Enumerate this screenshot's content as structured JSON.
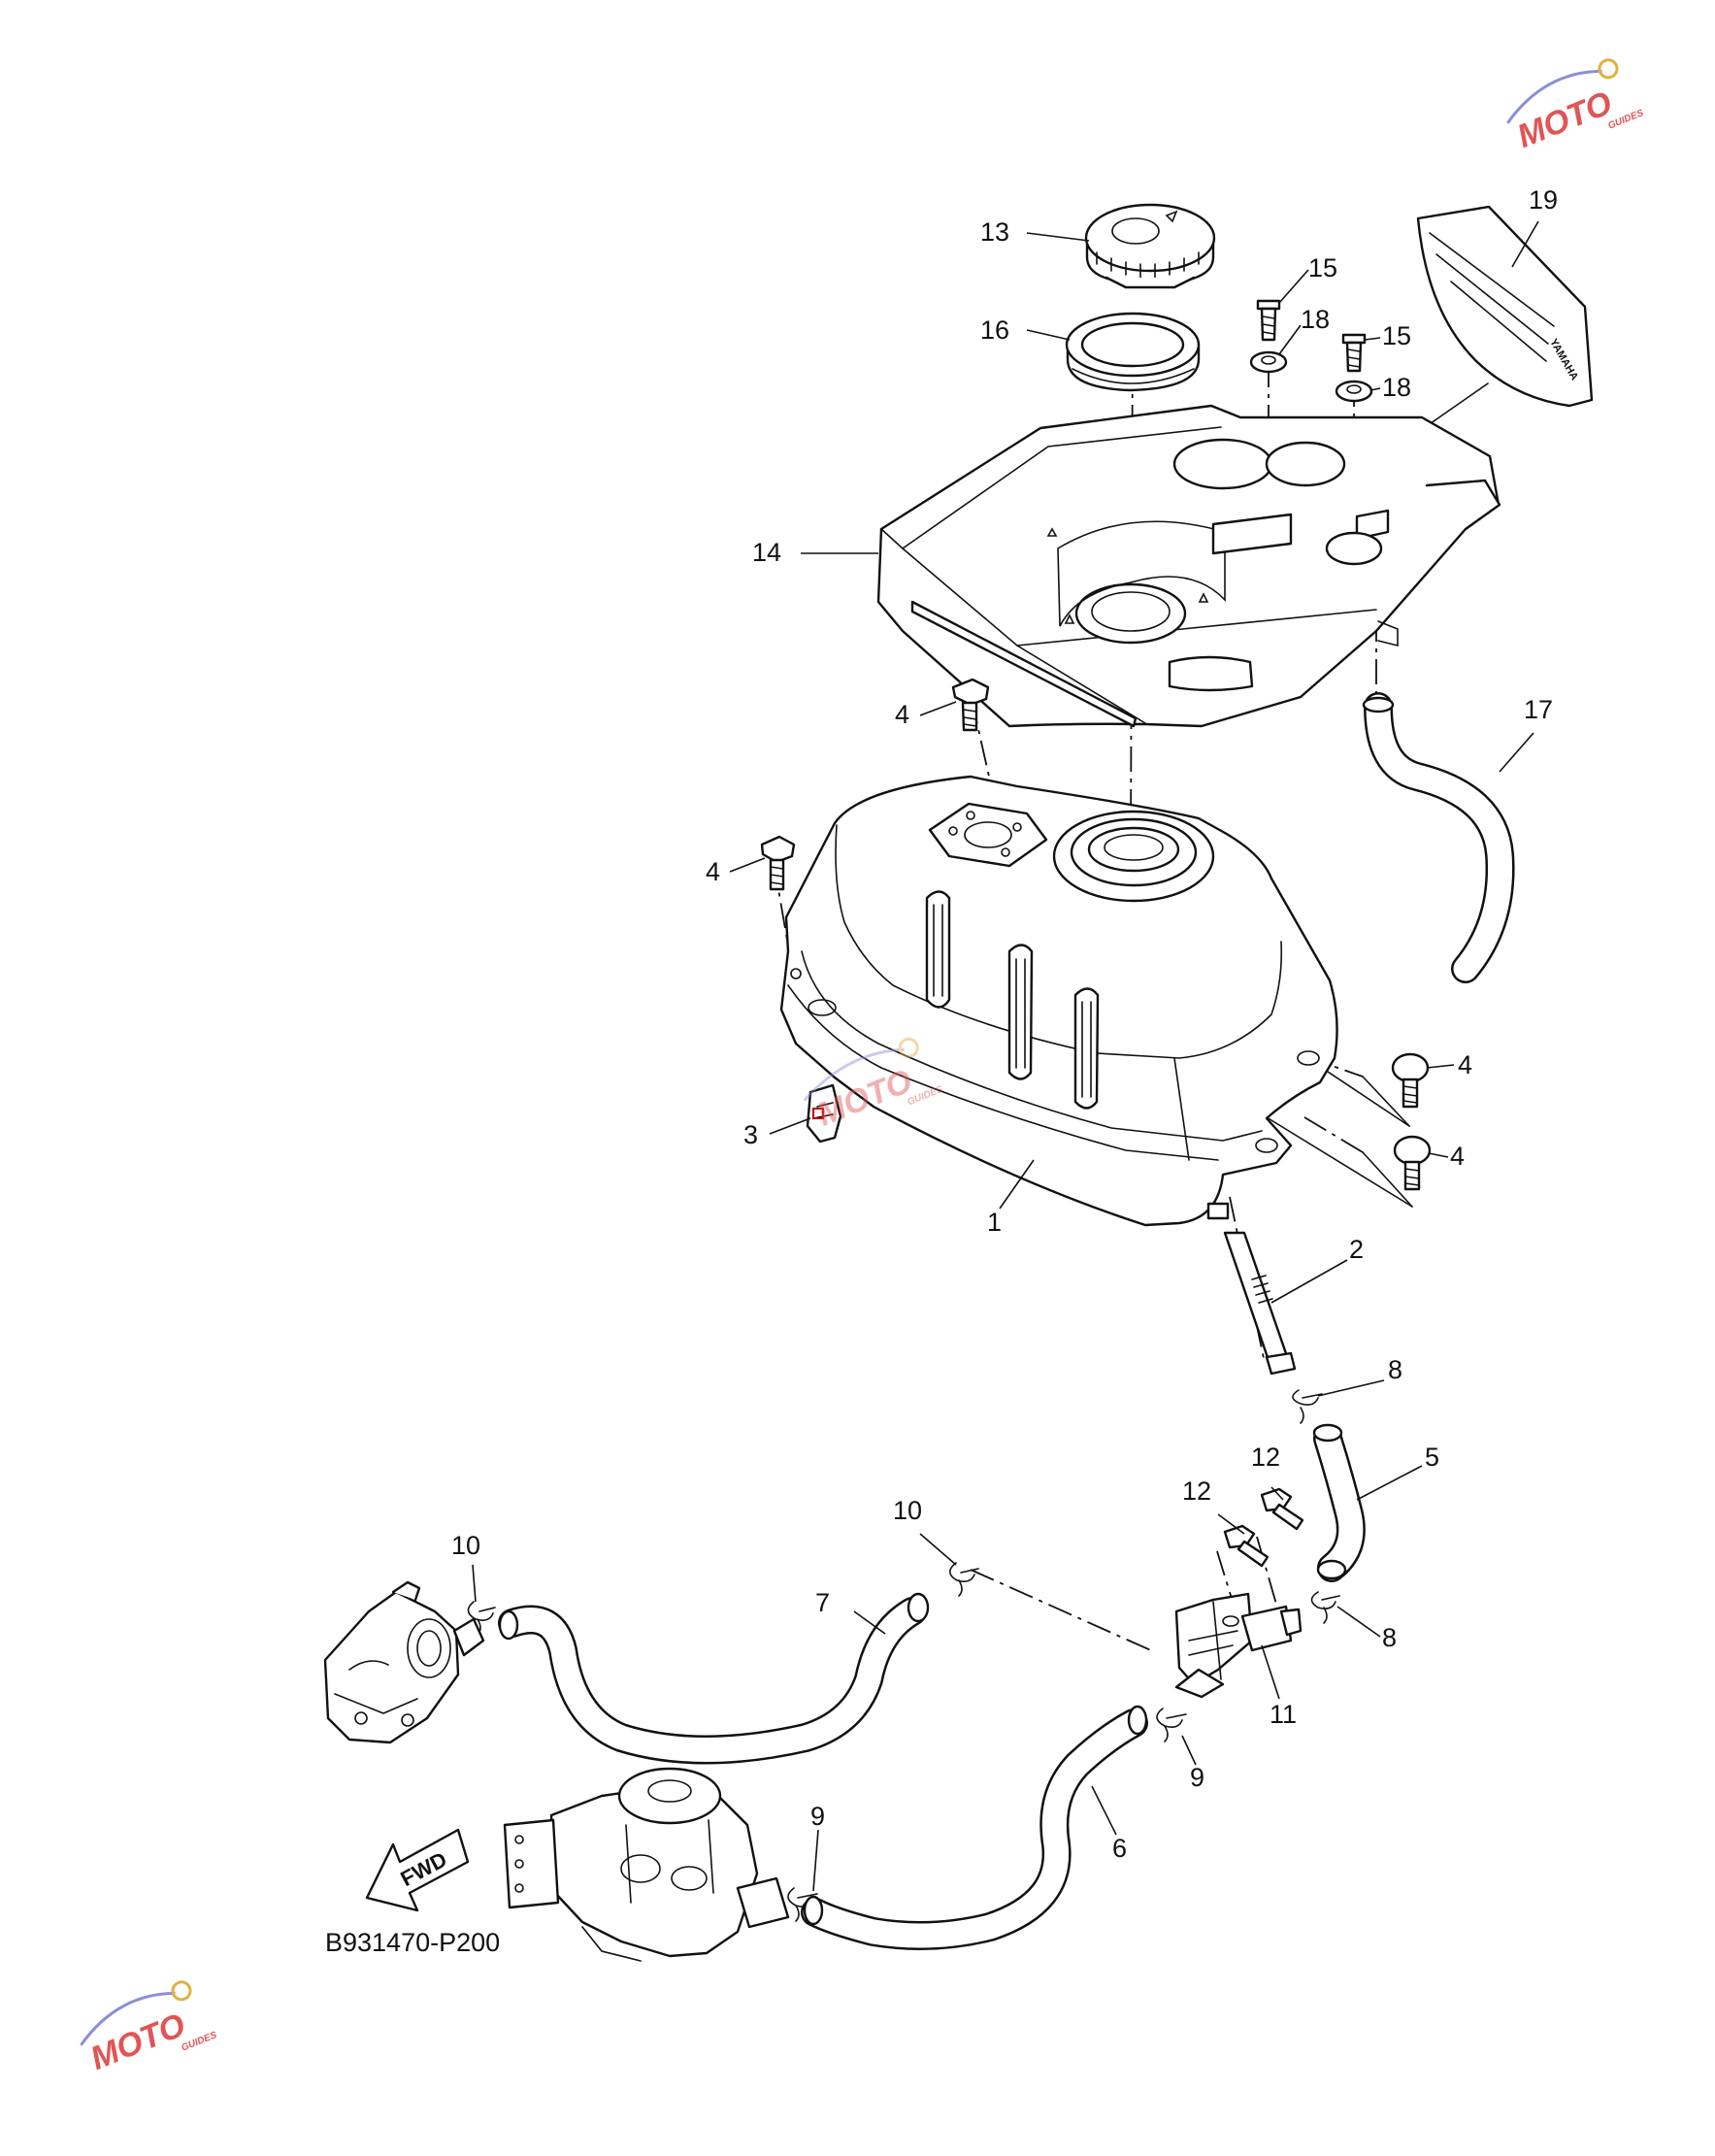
{
  "diagram": {
    "drawing_code": "B931470-P200",
    "fwd_label": "FWD",
    "brand_mark": "YAMAHA",
    "watermark_text": "MOTO",
    "watermark_subtext": "GUIDES",
    "callouts": [
      {
        "id": "c13",
        "text": "13"
      },
      {
        "id": "c16",
        "text": "16"
      },
      {
        "id": "c15a",
        "text": "15"
      },
      {
        "id": "c18a",
        "text": "18"
      },
      {
        "id": "c15b",
        "text": "15"
      },
      {
        "id": "c18b",
        "text": "18"
      },
      {
        "id": "c19",
        "text": "19"
      },
      {
        "id": "c14",
        "text": "14"
      },
      {
        "id": "c4a",
        "text": "4"
      },
      {
        "id": "c17",
        "text": "17"
      },
      {
        "id": "c4b",
        "text": "4"
      },
      {
        "id": "c4c",
        "text": "4"
      },
      {
        "id": "c4d",
        "text": "4"
      },
      {
        "id": "c3",
        "text": "3"
      },
      {
        "id": "c1",
        "text": "1"
      },
      {
        "id": "c2",
        "text": "2"
      },
      {
        "id": "c8a",
        "text": "8"
      },
      {
        "id": "c5",
        "text": "5"
      },
      {
        "id": "c12a",
        "text": "12"
      },
      {
        "id": "c12b",
        "text": "12"
      },
      {
        "id": "c10a",
        "text": "10"
      },
      {
        "id": "c10b",
        "text": "10"
      },
      {
        "id": "c7",
        "text": "7"
      },
      {
        "id": "c8b",
        "text": "8"
      },
      {
        "id": "c11",
        "text": "11"
      },
      {
        "id": "c9a",
        "text": "9"
      },
      {
        "id": "c6",
        "text": "6"
      },
      {
        "id": "c9b",
        "text": "9"
      }
    ]
  }
}
